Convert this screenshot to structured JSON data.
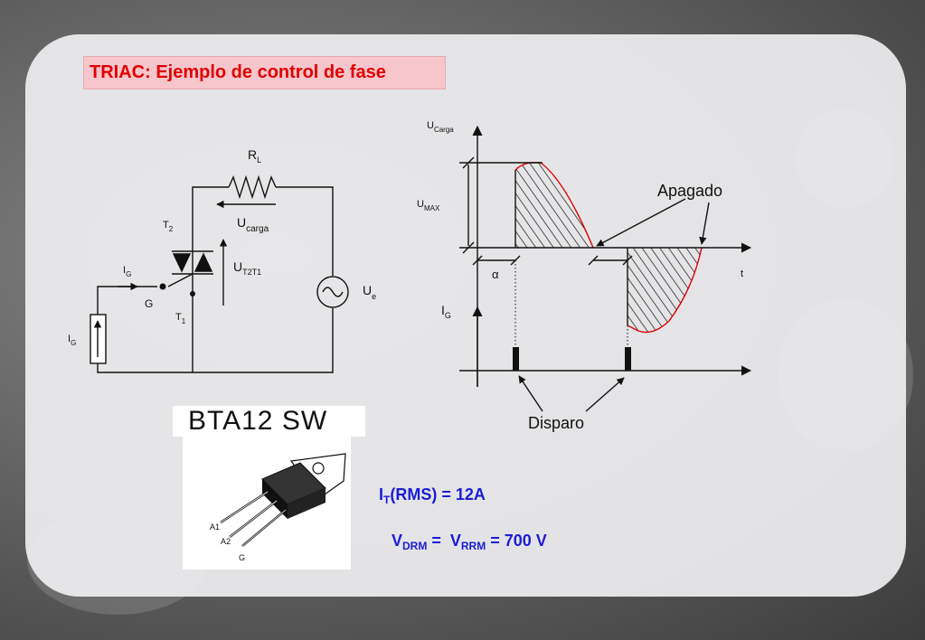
{
  "title": "TRIAC: Ejemplo de control de fase",
  "circuit": {
    "rl": {
      "main": "R",
      "sub": "L"
    },
    "ucarga": {
      "main": "U",
      "sub": "carga"
    },
    "t2": {
      "main": "T",
      "sub": "2"
    },
    "t1": {
      "main": "T",
      "sub": "1"
    },
    "ig_wire": {
      "main": "I",
      "sub": "G"
    },
    "ig_source": {
      "main": "I",
      "sub": "G"
    },
    "g": "G",
    "ut2t1": {
      "main": "U",
      "sub": "T2T1"
    },
    "ue": {
      "main": "U",
      "sub": "e"
    }
  },
  "waveform": {
    "ucarga_axis": {
      "main": "U",
      "sub": "Carga"
    },
    "umax": {
      "main": "U",
      "sub": "MAX"
    },
    "alpha": "α",
    "t": "t",
    "ig_axis": {
      "main": "I",
      "sub": "G"
    },
    "apagado": "Apagado",
    "disparo": "Disparo"
  },
  "part": {
    "name": "BTA12 SW",
    "pins": [
      "A1",
      "A2",
      "G"
    ]
  },
  "specs": {
    "it": {
      "main": "I",
      "sub": "T",
      "rest": "(RMS) = 12A"
    },
    "v": {
      "v1": "V",
      "s1": "DRM",
      "eq": " =  ",
      "v2": "V",
      "s2": "RRM",
      "rest": " = 700 V"
    }
  },
  "colors": {
    "title_text": "#e00000",
    "title_bg": "#f7c6cc",
    "spec_text": "#1b1bd6",
    "curve": "#e00000"
  }
}
